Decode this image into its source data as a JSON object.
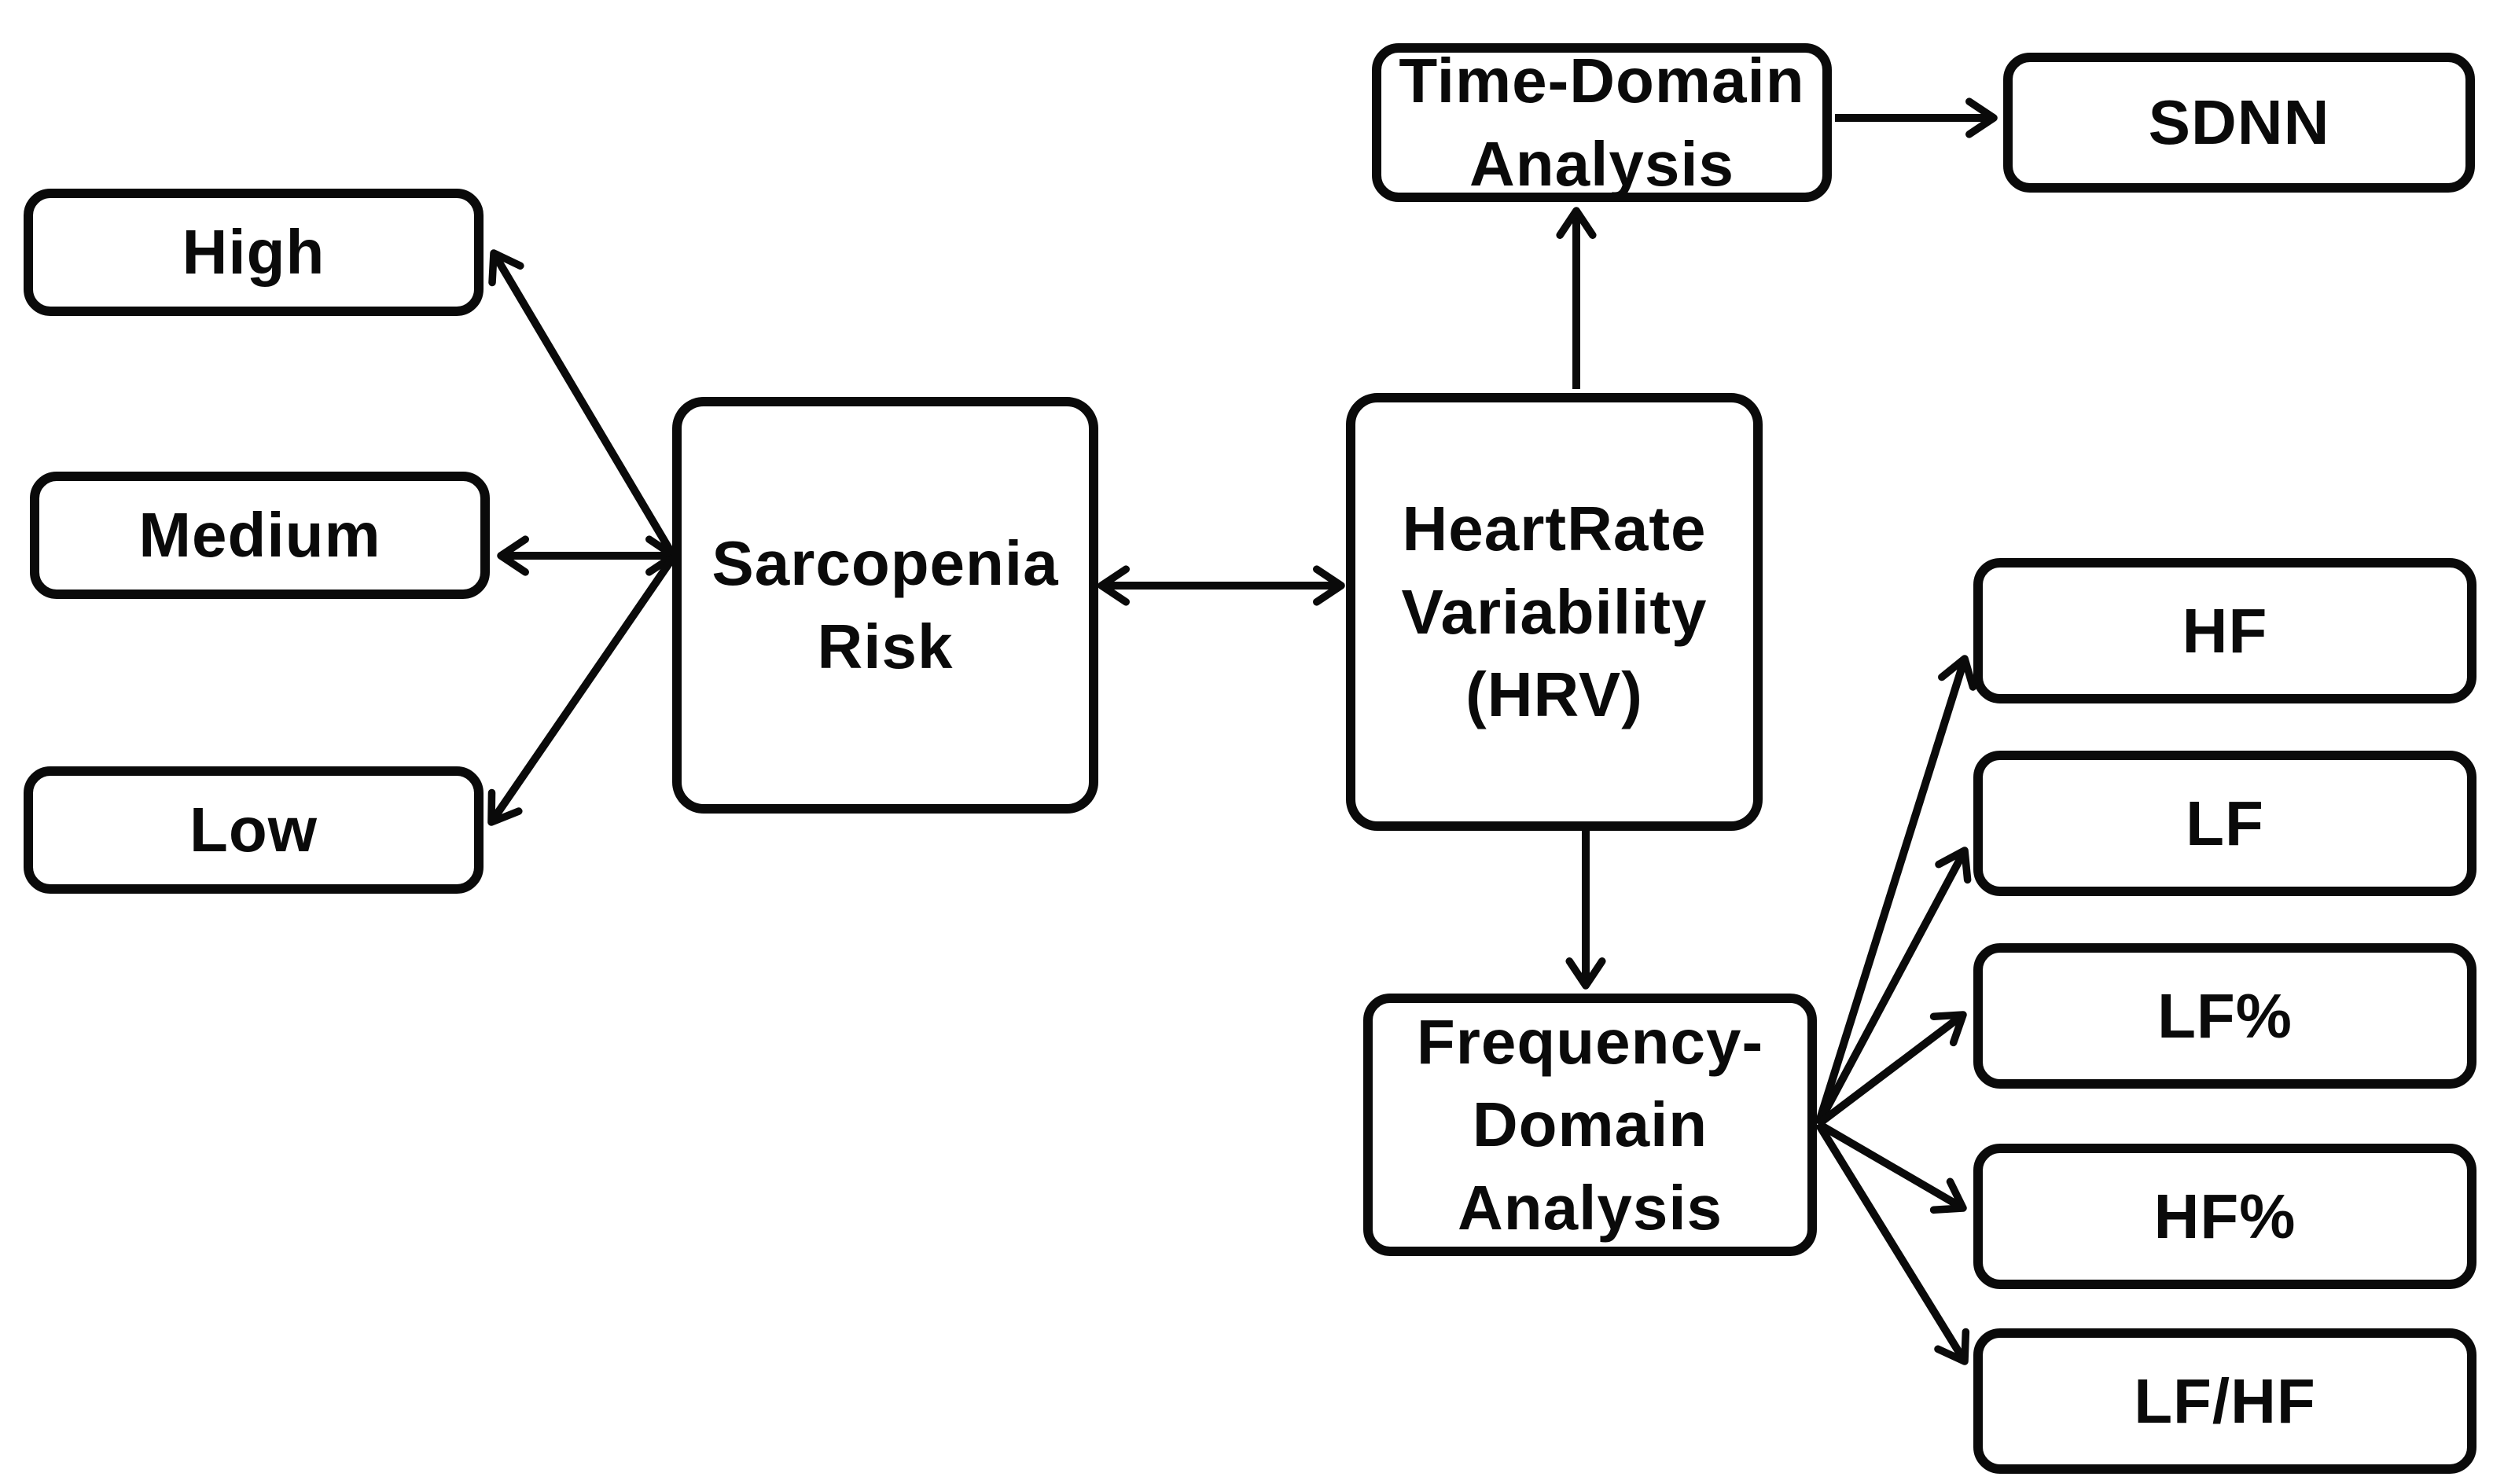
{
  "diagram": {
    "background_color": "#ffffff",
    "line_color": "#0a0a0a",
    "nodes": {
      "high": {
        "label": "High"
      },
      "medium": {
        "label": "Medium"
      },
      "low": {
        "label": "Low"
      },
      "sarcopenia": {
        "label": "Sarcopenia\nRisk"
      },
      "hrv": {
        "label": "HeartRate\nVariability\n(HRV)"
      },
      "time_domain": {
        "label": "Time-Domain\nAnalysis"
      },
      "sdnn": {
        "label": "SDNN"
      },
      "freq_domain": {
        "label": "Frequency-\nDomain\nAnalysis"
      },
      "hf": {
        "label": "HF"
      },
      "lf": {
        "label": "LF"
      },
      "lf_pct": {
        "label": "LF%"
      },
      "hf_pct": {
        "label": "HF%"
      },
      "lf_hf": {
        "label": "LF/HF"
      }
    },
    "edges": [
      {
        "name": "sarcopenia-to-high",
        "direction": "single"
      },
      {
        "name": "sarcopenia-medium",
        "direction": "double"
      },
      {
        "name": "sarcopenia-to-low",
        "direction": "single"
      },
      {
        "name": "sarcopenia-hrv",
        "direction": "double"
      },
      {
        "name": "hrv-to-time-domain",
        "direction": "single"
      },
      {
        "name": "time-domain-to-sdnn",
        "direction": "single"
      },
      {
        "name": "hrv-to-freq-domain",
        "direction": "single"
      },
      {
        "name": "freq-domain-to-hf",
        "direction": "single"
      },
      {
        "name": "freq-domain-to-lf",
        "direction": "single"
      },
      {
        "name": "freq-domain-to-lf-pct",
        "direction": "single"
      },
      {
        "name": "freq-domain-to-hf-pct",
        "direction": "single"
      },
      {
        "name": "freq-domain-to-lf-hf",
        "direction": "single"
      }
    ]
  }
}
